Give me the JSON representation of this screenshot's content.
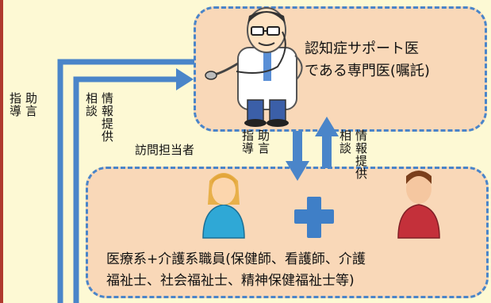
{
  "doctor": {
    "title_line1": "認知症サポート医",
    "title_line2": "である専門医(嘱託)"
  },
  "staff": {
    "line1": "医療系+介護系職員(保健師、看護師、介護",
    "line2": "福祉士、社会福祉士、精神保健福祉士等)"
  },
  "labels": {
    "advice_outer_a": "助言",
    "advice_outer_b": "指導",
    "info_outer_a": "情報提供",
    "info_outer_b": "相談",
    "visitor": "訪問担当者",
    "advice_inner_a": "助言",
    "advice_inner_b": "指導",
    "info_inner_a": "情報提供",
    "info_inner_b": "相談"
  },
  "colors": {
    "background": "#fdf9d4",
    "box_fill": "#f9d8b8",
    "box_border": "#4a85c9",
    "arrow": "#4a85c9",
    "left_rule": "#b03a2e",
    "plus": "#3f7fc7"
  },
  "icons": [
    "doctor-with-stethoscope-icon",
    "female-staff-icon",
    "male-staff-icon",
    "plus-icon"
  ]
}
